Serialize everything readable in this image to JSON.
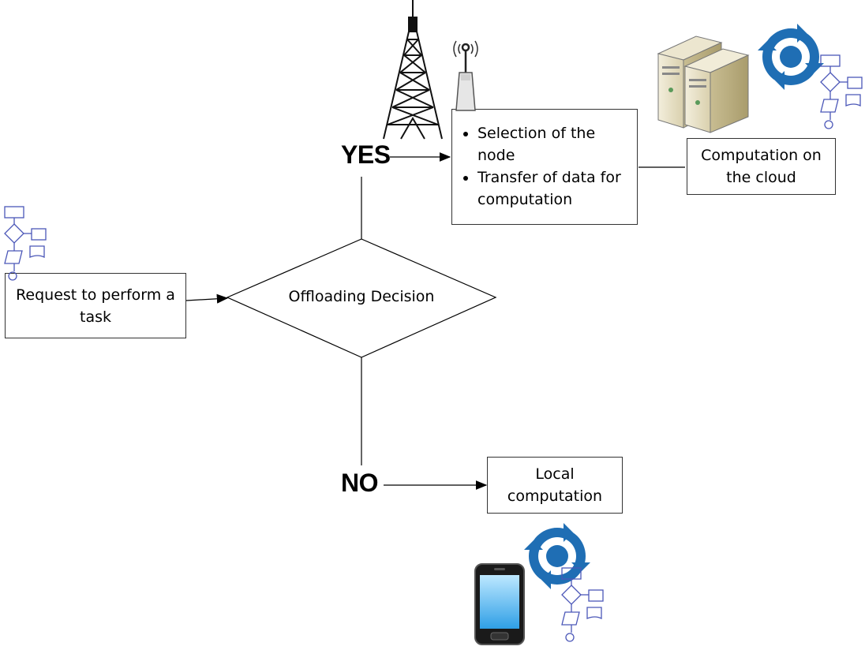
{
  "nodes": {
    "request": {
      "text": "Request to perform a task"
    },
    "decision": {
      "text": "Offloading Decision"
    },
    "yes": {
      "text": "YES"
    },
    "no": {
      "text": "NO"
    },
    "node_actions": {
      "items": [
        "Selection of the node",
        "Transfer of data  for computation"
      ]
    },
    "cloud": {
      "text": "Computation on the cloud"
    },
    "local": {
      "text": "Local computation"
    }
  },
  "icons": {
    "tower": "cell-tower-icon",
    "access_point": "wireless-access-point-icon",
    "servers": "server-icon",
    "phone": "smartphone-icon",
    "cycle": "refresh-cycle-icon",
    "flowchart": "flowchart-icon"
  },
  "colors": {
    "line": "#000000",
    "cycle_blue": "#1f6eb4",
    "flowchart_blue": "#4b57b8",
    "server_beige": "#e9e2c6",
    "phone_screen": "#4fb8f0"
  }
}
